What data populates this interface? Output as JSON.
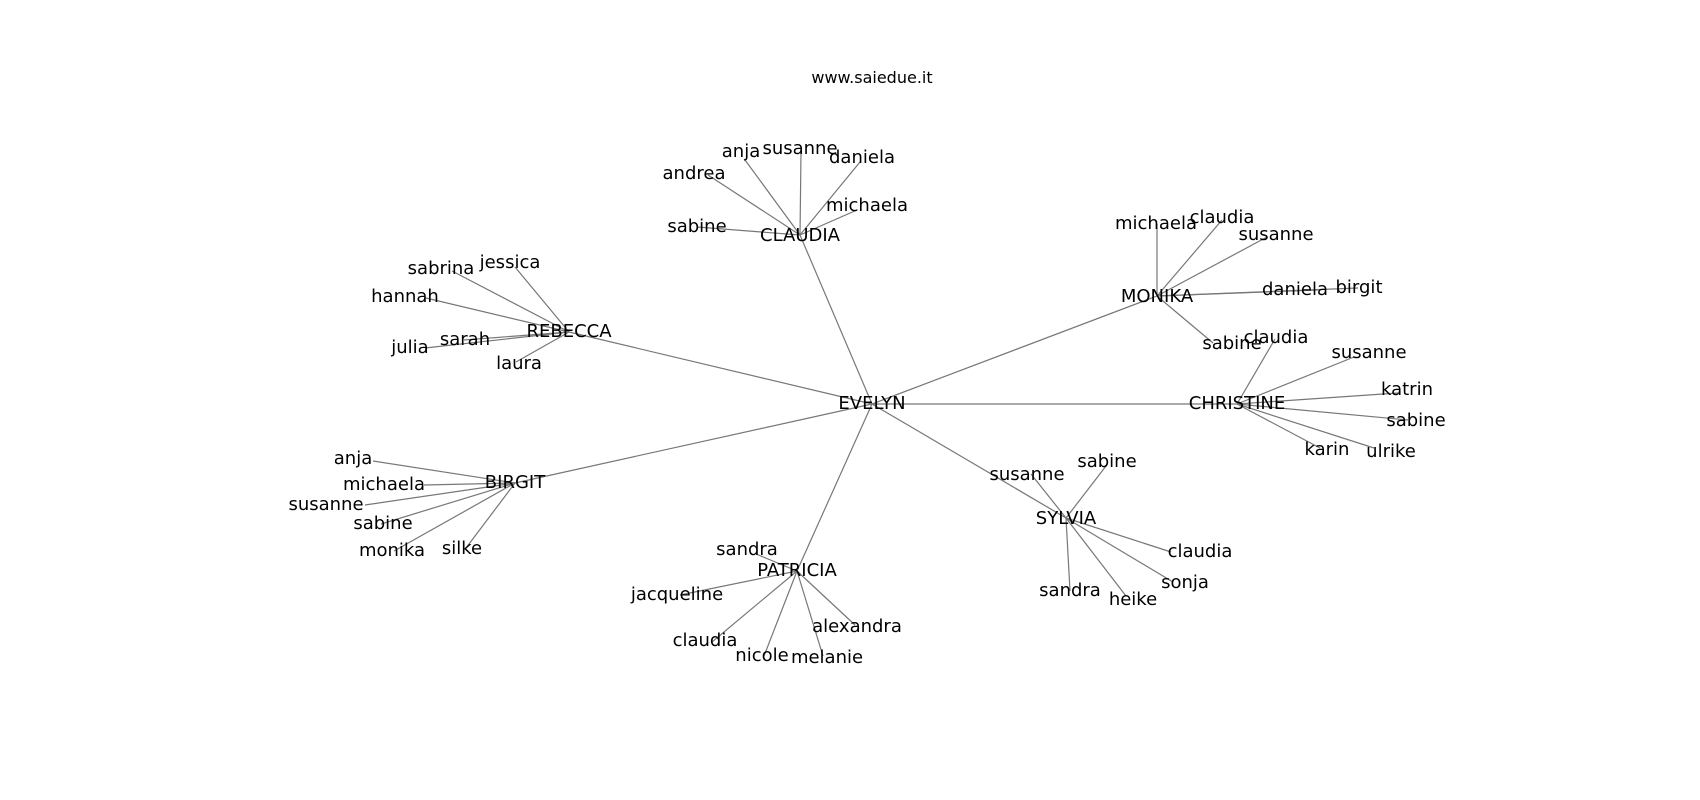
{
  "credit": "www.saiedue.it",
  "root": "EVELYN",
  "groups": [
    {
      "name": "CLAUDIA",
      "children": [
        "andrea",
        "anja",
        "susanne",
        "daniela",
        "michaela",
        "sabine"
      ]
    },
    {
      "name": "MONIKA",
      "children": [
        "michaela",
        "claudia",
        "susanne",
        "daniela",
        "birgit",
        "sabine"
      ]
    },
    {
      "name": "CHRISTINE",
      "children": [
        "claudia",
        "susanne",
        "katrin",
        "sabine",
        "ulrike",
        "karin"
      ]
    },
    {
      "name": "SYLVIA",
      "children": [
        "susanne",
        "sabine",
        "claudia",
        "sonja",
        "heike",
        "sandra"
      ]
    },
    {
      "name": "PATRICIA",
      "children": [
        "sandra",
        "jacqueline",
        "claudia",
        "nicole",
        "melanie",
        "alexandra"
      ]
    },
    {
      "name": "BIRGIT",
      "children": [
        "anja",
        "michaela",
        "susanne",
        "sabine",
        "monika",
        "silke"
      ]
    },
    {
      "name": "REBECCA",
      "children": [
        "jessica",
        "sabrina",
        "hannah",
        "sarah",
        "julia",
        "laura"
      ]
    }
  ]
}
